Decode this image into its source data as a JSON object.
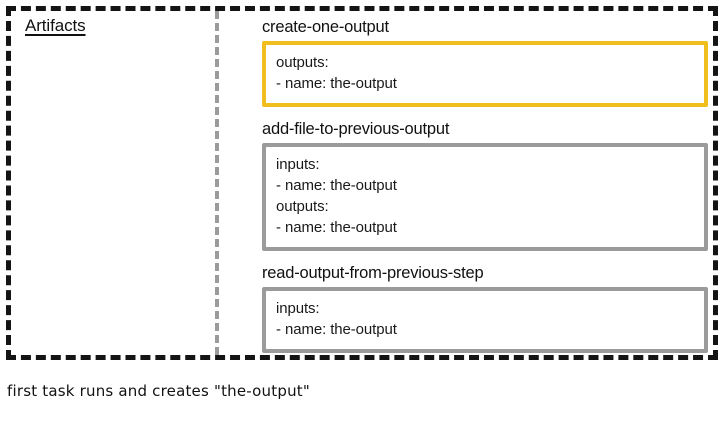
{
  "panel": {
    "label": "Artifacts"
  },
  "steps": [
    {
      "title": "create-one-output",
      "accent": true,
      "accent_color": "#f0bf1f",
      "lines": [
        "outputs:",
        "- name: the-output"
      ]
    },
    {
      "title": "add-file-to-previous-output",
      "accent": false,
      "accent_color": "#9b9b9b",
      "lines": [
        "inputs:",
        "- name: the-output",
        "outputs:",
        "- name: the-output"
      ]
    },
    {
      "title": "read-output-from-previous-step",
      "accent": false,
      "accent_color": "#9b9b9b",
      "lines": [
        "inputs:",
        "- name: the-output"
      ]
    }
  ],
  "caption": {
    "text": "first task runs and creates \"the-output\""
  },
  "colors": {
    "panel_border": "#141414",
    "divider": "#9b9b9b",
    "highlight": "#f0bf1f",
    "box_border": "#9b9b9b",
    "text": "#111111"
  }
}
